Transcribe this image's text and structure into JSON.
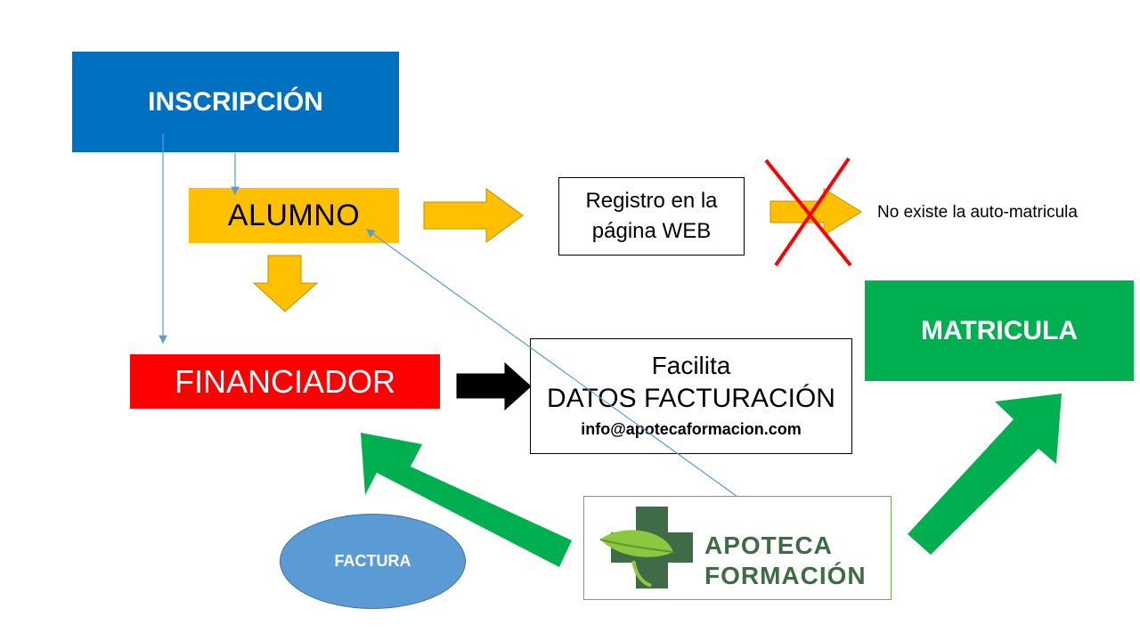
{
  "nodes": {
    "inscripcion": "INSCRIPCIÓN",
    "alumno": "ALUMNO",
    "financiador": "FINANCIADOR",
    "matricula": "MATRICULA",
    "registro_line1": "Registro en la",
    "registro_line2": "página WEB",
    "no_auto": "No existe la auto-matricula",
    "facilita_line1": "Facilita",
    "facilita_line2": "DATOS FACTURACIÓN",
    "facilita_email": "info@apotecaformacion.com",
    "factura": "FACTURA"
  },
  "logo": {
    "line1": "APOTECA",
    "line2": "FORMACIÓN"
  },
  "colors": {
    "inscripcion": "#0070C0",
    "alumno": "#FFC000",
    "financiador": "#FF0000",
    "matricula": "#00B050",
    "factura": "#5B9BD5",
    "cross": "#FF0000",
    "connector": "#5B9BD5"
  }
}
